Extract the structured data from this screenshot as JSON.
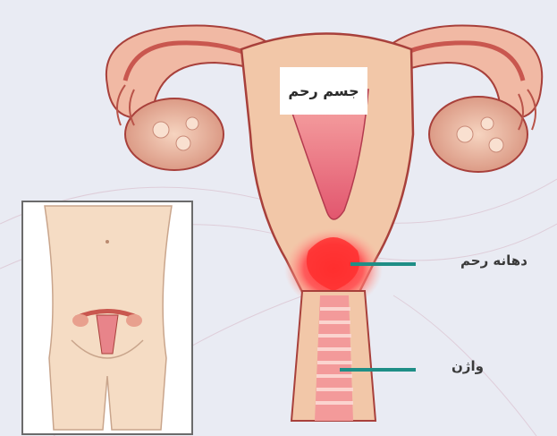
{
  "labels": {
    "uterus_body": "جسم رحم",
    "cervix": "دهانه رحم",
    "vagina": "واژن"
  },
  "colors": {
    "background": "#e9ebf3",
    "pointer_line": "#1f8e86",
    "uterus_wall": "#f2c7a8",
    "uterus_outline": "#a8403b",
    "cavity": "#e25a73",
    "cervix_highlight": "#ff3b3b",
    "inset_frame": "#6b6b6b",
    "inset_skin": "#f5dcc4"
  }
}
